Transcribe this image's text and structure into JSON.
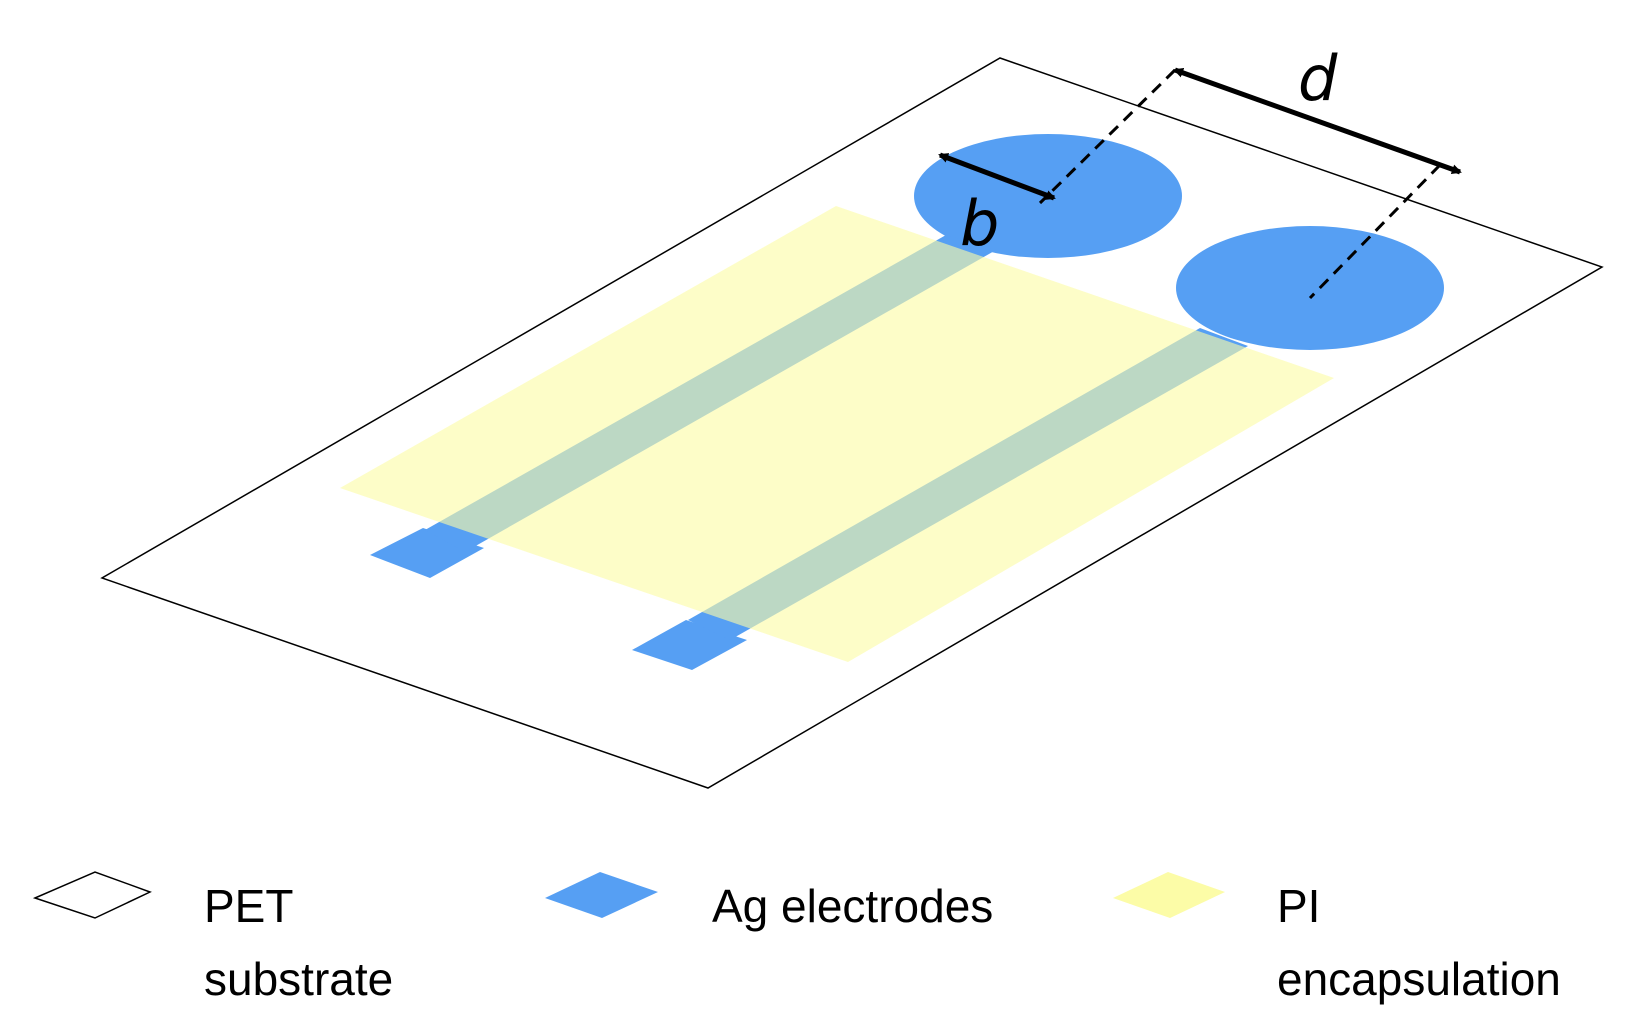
{
  "labels": {
    "d": "d",
    "b": "b"
  },
  "legend": {
    "pet": {
      "line1": "PET",
      "line2": "substrate"
    },
    "ag": {
      "line1": "Ag electrodes"
    },
    "pi": {
      "line1": "PI",
      "line2": "encapsulation"
    }
  },
  "colors": {
    "substrate_fill": "#ffffff",
    "substrate_stroke": "#000000",
    "electrode": "#569ff3",
    "encapsulation": "#fcfca7",
    "overlap": "#b4d3a3",
    "text": "#000000"
  }
}
